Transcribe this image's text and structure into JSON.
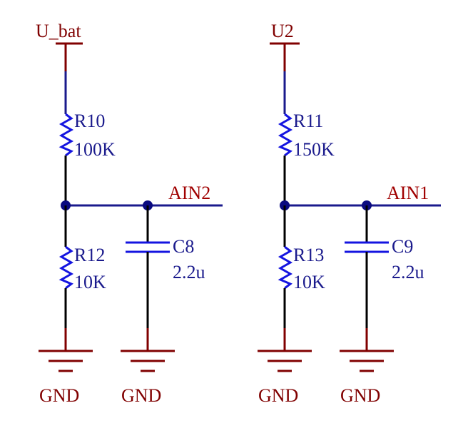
{
  "colors": {
    "wire": "#1a1a8c",
    "pin": "#000000",
    "power_symbol": "#800000",
    "component": "#1414e0",
    "net_label": "#e00000",
    "junction": "#0a0a80"
  },
  "circuits": [
    {
      "power_label": "U_bat",
      "top_resistor": {
        "ref": "R10",
        "value": "100K"
      },
      "bottom_resistor": {
        "ref": "R12",
        "value": "10K"
      },
      "capacitor": {
        "ref": "C8",
        "value": "2.2u"
      },
      "net_label": "AIN2",
      "ground_labels": [
        "GND",
        "GND"
      ]
    },
    {
      "power_label": "U2",
      "top_resistor": {
        "ref": "R11",
        "value": "150K"
      },
      "bottom_resistor": {
        "ref": "R13",
        "value": "10K"
      },
      "capacitor": {
        "ref": "C9",
        "value": "2.2u"
      },
      "net_label": "AIN1",
      "ground_labels": [
        "GND",
        "GND"
      ]
    }
  ]
}
